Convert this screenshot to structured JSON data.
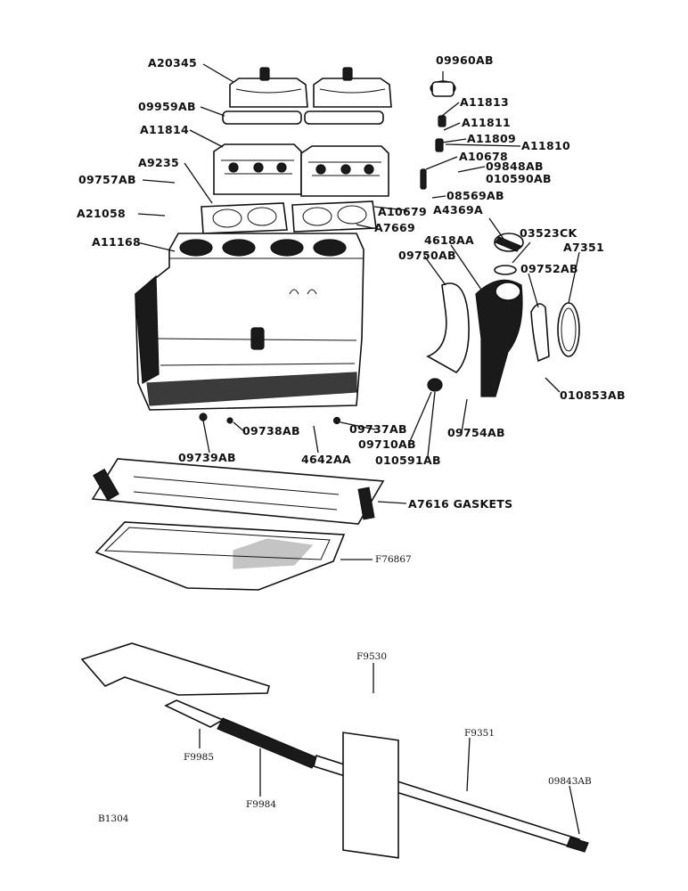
{
  "labels": {
    "a20345": "A20345",
    "p09960ab": "09960AB",
    "p09959ab": "09959AB",
    "a11813": "A11813",
    "a11811": "A11811",
    "a11814": "A11814",
    "a11809": "A11809",
    "a11810": "A11810",
    "a10678": "A10678",
    "a9235": "A9235",
    "p09848ab": "09848AB",
    "p09757ab": "09757AB",
    "p010590ab": "010590AB",
    "p08569ab": "08569AB",
    "a21058": "A21058",
    "a10679": "A10679",
    "a4369a": "A4369A",
    "a7669": "A7669",
    "a11168": "A11168",
    "p4618aa": "4618AA",
    "p03523ck": "03523CK",
    "a7351": "A7351",
    "p09750ab": "09750AB",
    "p09752ab": "09752AB",
    "p010853ab": "010853AB",
    "p09737ab": "09737AB",
    "p09738ab": "09738AB",
    "p09754ab": "09754AB",
    "p09710ab": "09710AB",
    "p09739ab": "09739AB",
    "p4642aa": "4642AA",
    "p010591ab": "010591AB",
    "a7616": "A7616 GASKETS",
    "f76867": "F76867",
    "f9530": "F9530",
    "f9351": "F9351",
    "f9985": "F9985",
    "p09843ab": "09843AB",
    "f9984": "F9984",
    "b1304": "B1304"
  }
}
